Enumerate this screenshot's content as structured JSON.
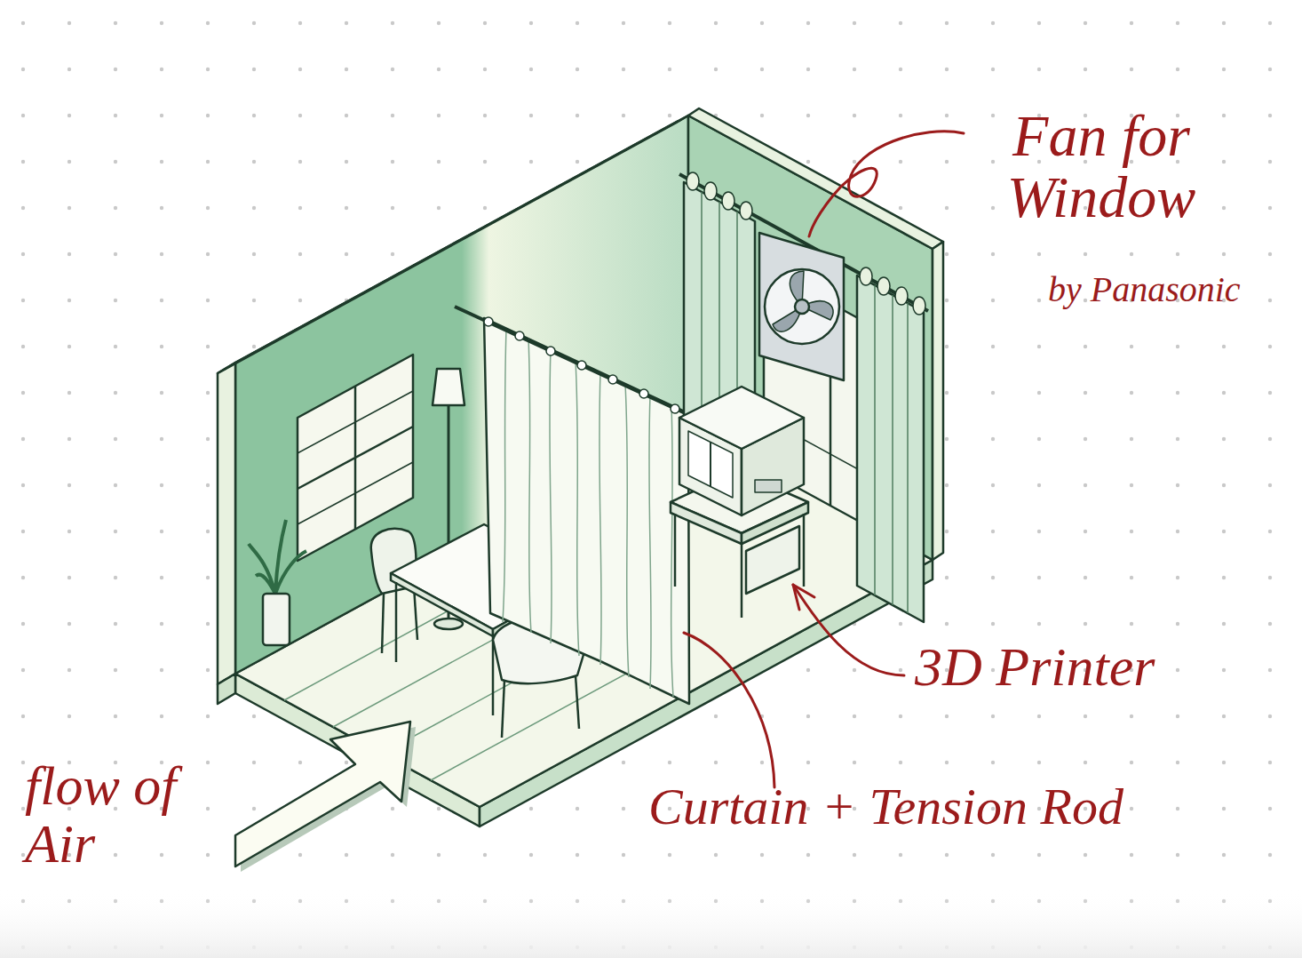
{
  "diagram": {
    "labels": [
      "Fan for Window",
      "by Panasonic",
      "3D Printer",
      "Curtain + Tension Rod",
      "flow of Air"
    ]
  }
}
